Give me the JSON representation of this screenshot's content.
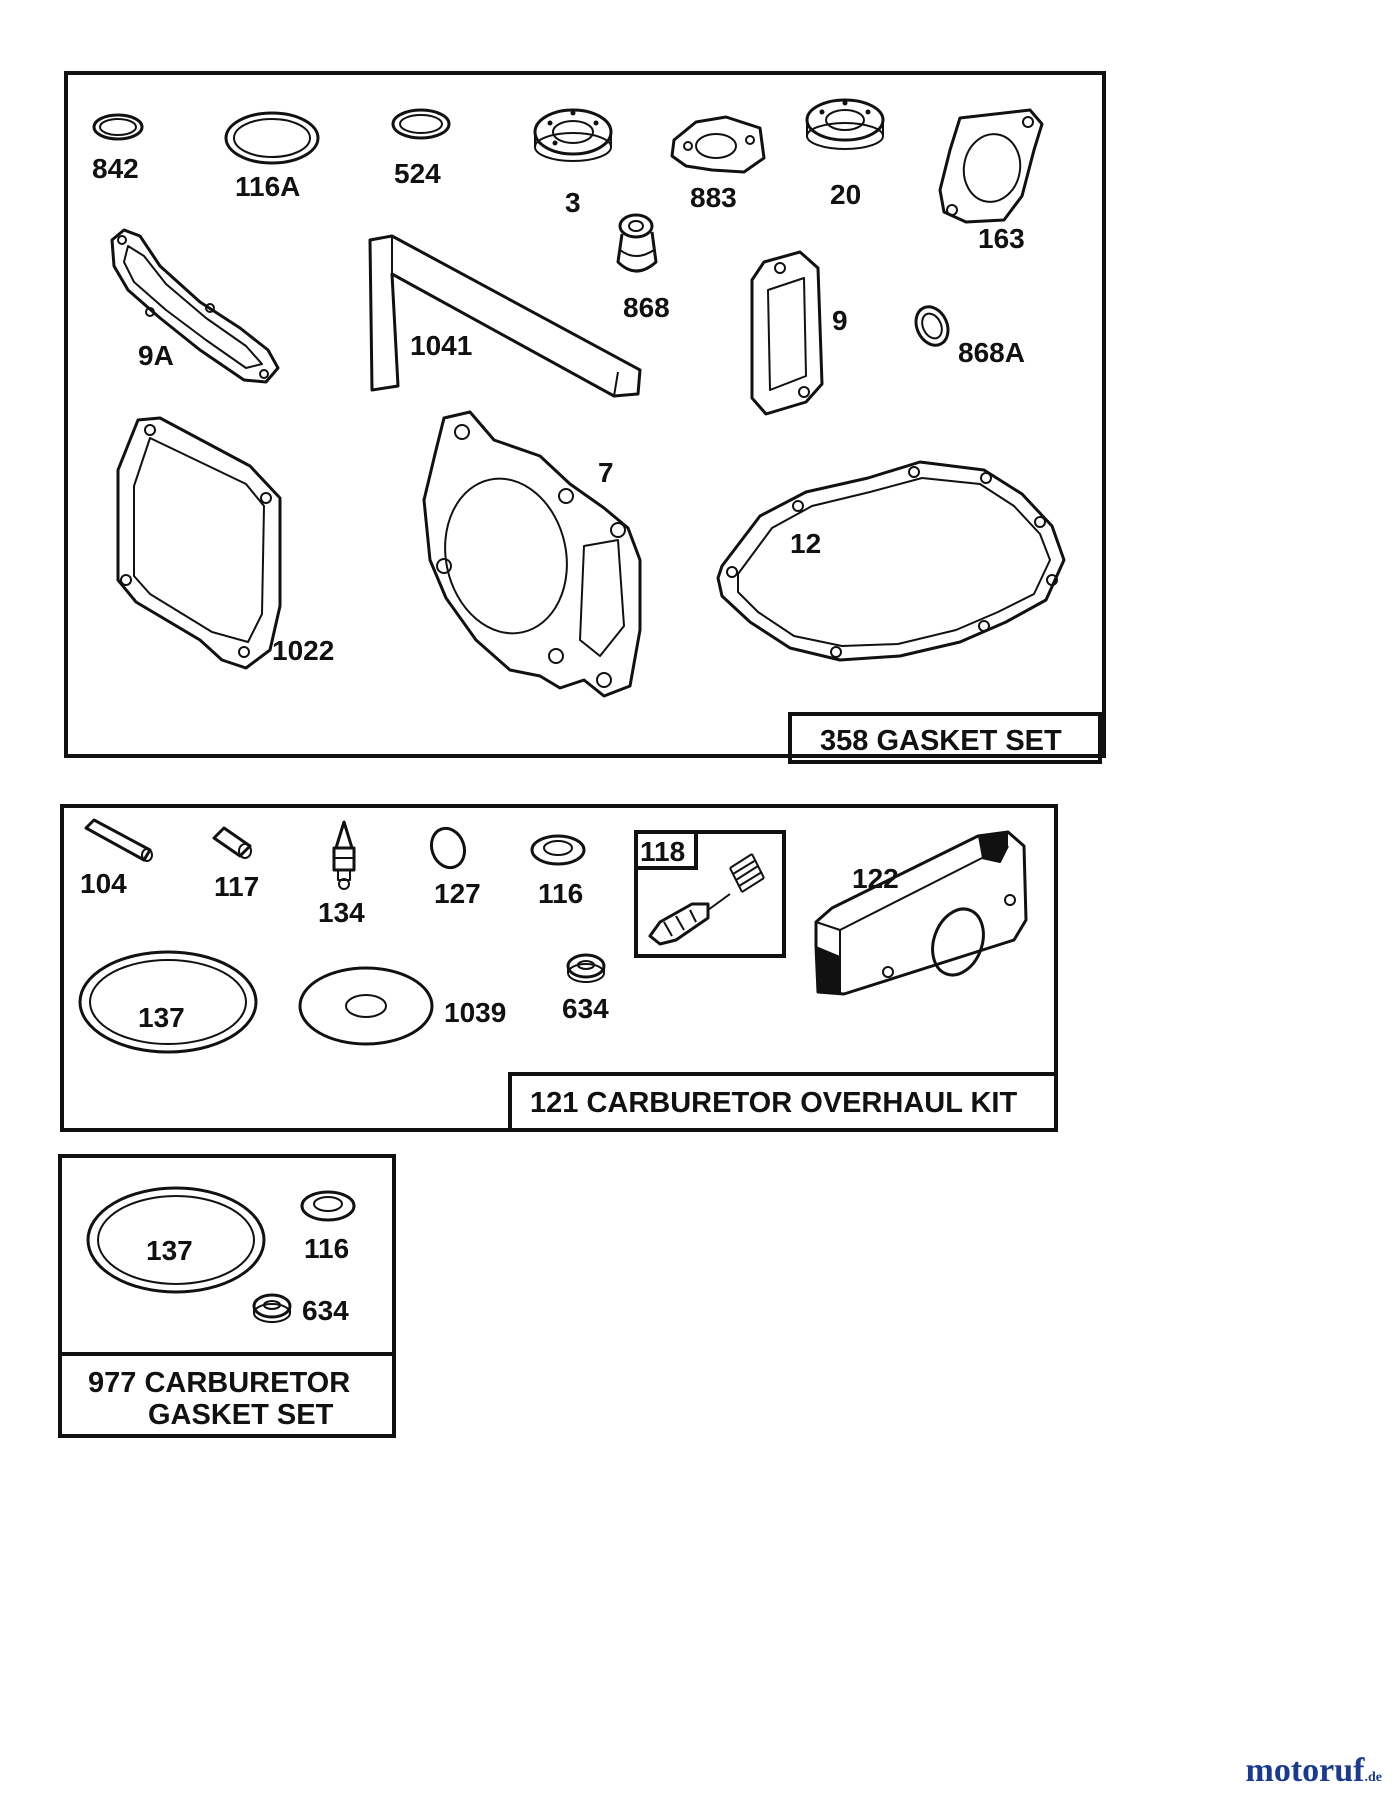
{
  "kits": {
    "gasket_set": {
      "title": "358 GASKET SET",
      "parts": [
        "842",
        "116A",
        "524",
        "3",
        "883",
        "20",
        "163",
        "9A",
        "1041",
        "868",
        "9",
        "868A",
        "7",
        "12",
        "1022"
      ]
    },
    "carburetor_overhaul_kit": {
      "title": "121 CARBURETOR OVERHAUL KIT",
      "parts": [
        "104",
        "117",
        "134",
        "127",
        "116",
        "118",
        "122",
        "137",
        "1039",
        "634"
      ]
    },
    "carburetor_gasket_set": {
      "title_line1": "977 CARBURETOR",
      "title_line2": "GASKET SET",
      "parts": [
        "137",
        "116",
        "634"
      ]
    }
  },
  "watermark": {
    "brand": "motoruf",
    "tld": ".de"
  },
  "colors": {
    "ink": "#111111",
    "watermark": "#1a3a8f",
    "watermark_accent": "#c8a000"
  }
}
